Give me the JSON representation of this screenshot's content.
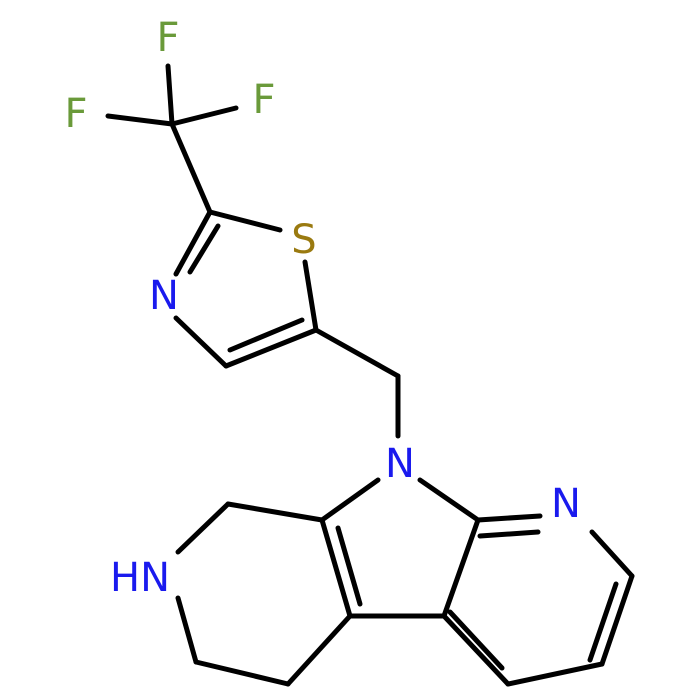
{
  "colors": {
    "background": "#ffffff",
    "bond": "#000000",
    "fluorine": "#6a9a3a",
    "sulfur": "#9a7a10",
    "nitrogen": "#1a1aee"
  },
  "atoms": {
    "f_top": {
      "text": "F",
      "element": "fluorine"
    },
    "f_left": {
      "text": "F",
      "element": "fluorine"
    },
    "f_right": {
      "text": "F",
      "element": "fluorine"
    },
    "s_thiazole": {
      "text": "S",
      "element": "sulfur"
    },
    "n_thiazole": {
      "text": "N",
      "element": "nitrogen"
    },
    "n_indole": {
      "text": "N",
      "element": "nitrogen"
    },
    "n_pyridine": {
      "text": "N",
      "element": "nitrogen"
    },
    "nh_piperidine": {
      "text": "HN",
      "element": "nitrogen"
    }
  }
}
